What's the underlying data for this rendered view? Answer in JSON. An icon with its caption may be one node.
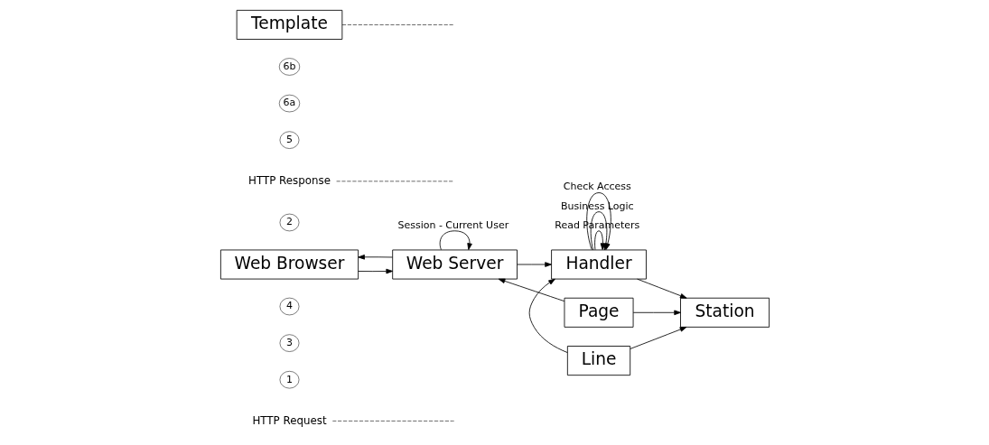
{
  "diagram": {
    "nodes": [
      {
        "text": [
          "HTTP Request"
        ]
      },
      {
        "text": [
          "1"
        ]
      },
      {
        "text": [
          "3"
        ]
      },
      {
        "text": [
          "4"
        ]
      },
      {
        "text": [
          "Web Browser"
        ]
      },
      {
        "text": [
          "Web Server"
        ]
      },
      {
        "text": [
          "2"
        ]
      },
      {
        "text": [
          "Handler"
        ]
      },
      {
        "text": [
          "Station"
        ]
      },
      {
        "text": [
          "HTTP Response"
        ]
      },
      {
        "text": [
          "5"
        ]
      },
      {
        "text": [
          "6a"
        ]
      },
      {
        "text": [
          "Line"
        ]
      },
      {
        "text": [
          "Page"
        ]
      },
      {
        "text": [
          "6b"
        ]
      },
      {
        "text": [
          "Template"
        ]
      }
    ],
    "edges": [
      {
        "from": 0,
        "to": null,
        "arrow": "none",
        "style": "dashed"
      },
      {
        "from": 4,
        "to": 5,
        "arrow": "to"
      },
      {
        "from": 5,
        "to": 4,
        "arrow": "to"
      },
      {
        "from": 9,
        "to": null,
        "arrow": "none",
        "style": "dashed"
      },
      {
        "from": 5,
        "to": 5,
        "arrow": "to",
        "label": "Session - Current User"
      },
      {
        "from": 5,
        "to": 7,
        "arrow": "to"
      },
      {
        "from": 7,
        "to": 7,
        "arrow": "to",
        "label": "Read Parameters"
      },
      {
        "from": 7,
        "to": 7,
        "arrow": "to",
        "label": "Business Logic"
      },
      {
        "from": 7,
        "to": 7,
        "arrow": "to",
        "label": "Check Access"
      },
      {
        "from": 7,
        "to": 8,
        "arrow": "to"
      },
      {
        "from": 12,
        "to": 8,
        "arrow": "to"
      },
      {
        "from": 13,
        "to": 8,
        "arrow": "to"
      },
      {
        "from": 12,
        "to": 7,
        "arrow": "to"
      },
      {
        "from": 13,
        "to": 5,
        "arrow": "to"
      },
      {
        "from": 15,
        "to": null,
        "arrow": "none",
        "style": "dashed"
      }
    ]
  }
}
